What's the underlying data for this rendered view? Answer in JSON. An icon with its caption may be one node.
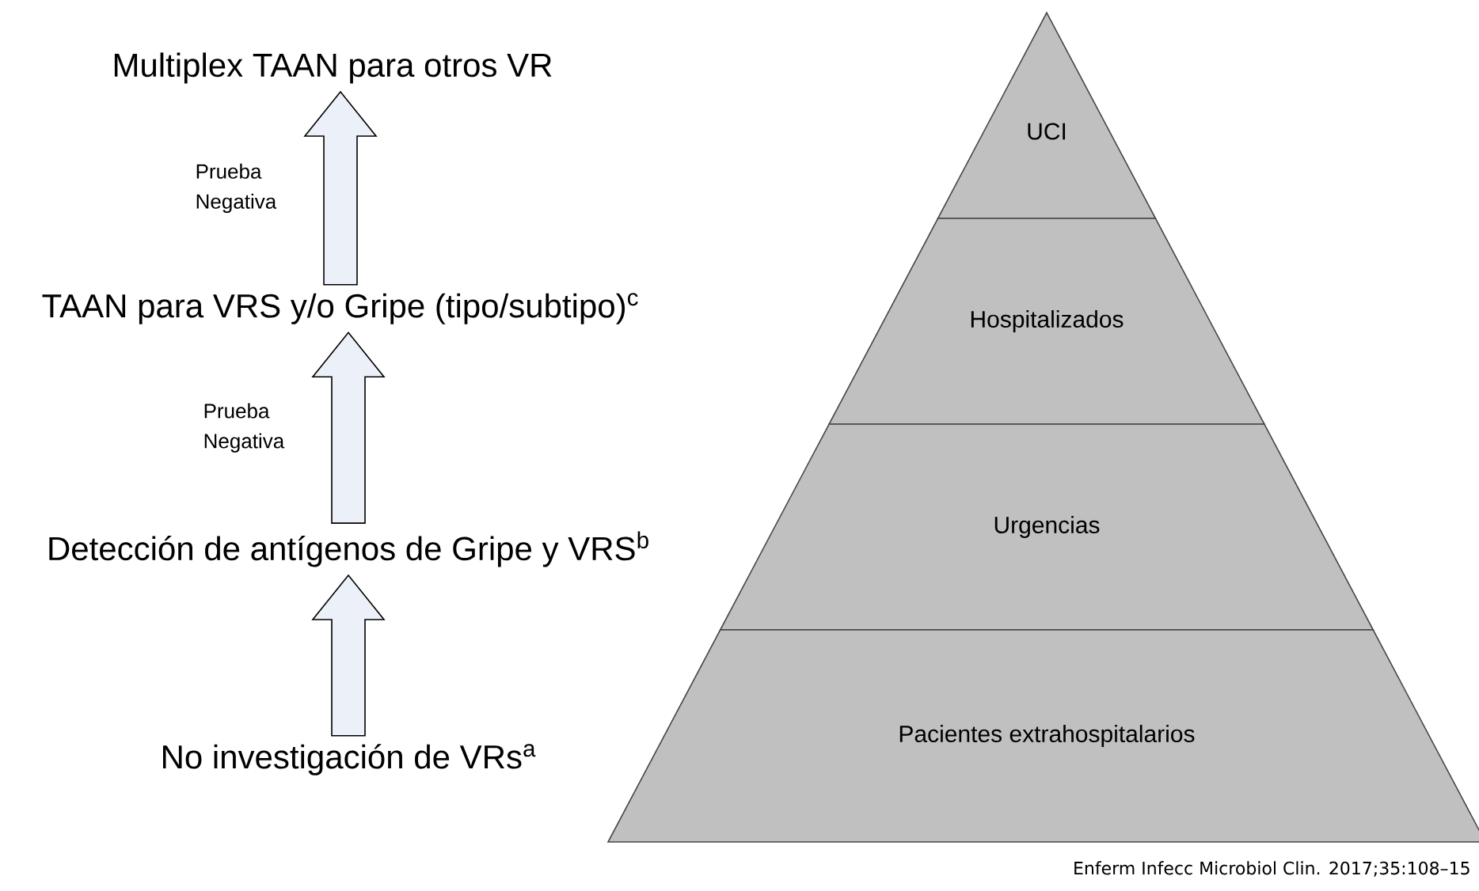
{
  "diagram": {
    "nodes": [
      {
        "text": [
          "Multiplex TAAN para otros VR"
        ]
      },
      {
        "text": [
          "TAAN para VRS y/o Gripe (tipo/subtipo)$^{c}$"
        ]
      },
      {
        "text": [
          "Detección de antígenos de Gripe y VRS$^{b}$"
        ]
      },
      {
        "text": [
          "No investigación de VRs$^{a}$"
        ]
      },
      {
        "text": [
          "UCI"
        ]
      },
      {
        "text": [
          "Hospitalizados"
        ]
      },
      {
        "text": [
          "Urgencias"
        ]
      },
      {
        "text": [
          "Pacientes extrahospitalarios"
        ]
      }
    ],
    "edges": [
      {
        "from": 3,
        "to": 2,
        "arrow": "to"
      },
      {
        "from": 2,
        "to": 1,
        "arrow": "to",
        "label": "Prueba Negativa"
      },
      {
        "from": 1,
        "to": 0,
        "arrow": "to",
        "label": "Prueba Negativa"
      }
    ],
    "labels": [
      "Enferm Infecc Microbiol Clin. 2017;35:108–15"
    ]
  }
}
